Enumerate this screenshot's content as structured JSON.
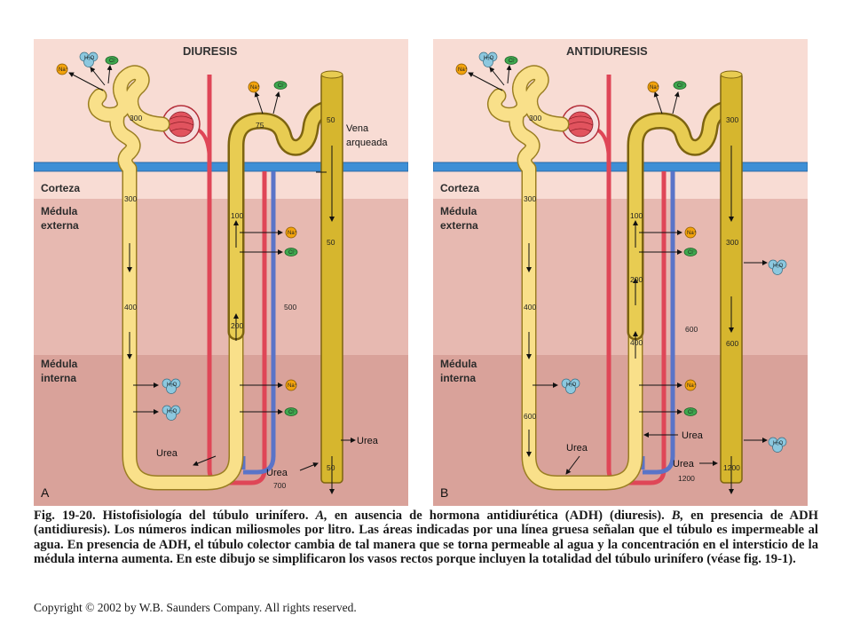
{
  "figure": {
    "panel_a": {
      "title": "DIURESIS",
      "letter": "A",
      "zones": {
        "cortex": "Corteza",
        "outer_medulla_1": "Médula",
        "outer_medulla_2": "externa",
        "inner_medulla_1": "Médula",
        "inner_medulla_2": "interna"
      },
      "vein_label_1": "Vena",
      "vein_label_2": "arqueada",
      "values": {
        "glomerulus": "300",
        "proximal_cortex": "300",
        "descending_limb": "400",
        "ascending_low": "200",
        "ascending_mid": "100",
        "distal_top": "75",
        "collecting_top": "50",
        "collecting_mid": "50",
        "collecting_bottom": "50",
        "interstitium_mid": "500",
        "interstitium_bottom": "700"
      },
      "urea_labels": [
        "Urea",
        "Urea",
        "Urea"
      ],
      "ions": {
        "sodium": "Na⁺",
        "chloride": "Cl⁻",
        "water": "H₂O"
      }
    },
    "panel_b": {
      "title": "ANTIDIURESIS",
      "letter": "B",
      "zones": {
        "cortex": "Corteza",
        "outer_medulla_1": "Médula",
        "outer_medulla_2": "externa",
        "inner_medulla_1": "Médula",
        "inner_medulla_2": "interna"
      },
      "values": {
        "glomerulus": "300",
        "proximal_cortex": "300",
        "descending_limb": "400",
        "descending_bottom": "600",
        "ascending_low": "400",
        "ascending_mid": "200",
        "ascending_top": "100",
        "collecting_top": "300",
        "collecting_upper": "300",
        "collecting_mid": "600",
        "collecting_bottom": "1200",
        "interstitium_mid": "600",
        "interstitium_bottom": "1200"
      },
      "urea_labels": [
        "Urea",
        "Urea",
        "Urea"
      ],
      "ions": {
        "sodium": "Na⁺",
        "chloride": "Cl⁻",
        "water": "H₂O"
      }
    }
  },
  "caption": {
    "fig_ref": "Fig. 19-20.",
    "part1": " Histofisiología del túbulo urinífero. ",
    "a_ref": "A,",
    "part2": " en ausencia de hormona antidiurética (ADH) (diuresis). ",
    "b_ref": "B,",
    "part3": " en presencia de ADH (antidiuresis). Los números indican miliosmoles por litro. Las áreas indicadas por una línea gruesa señalan que el túbulo es impermeable al agua. En presencia de ADH, el túbulo colector cambia de tal manera que se torna permeable al agua y la concentración en el intersticio de la médula interna aumenta. En este dibujo se simplificaron los vasos rectos porque incluyen la totalidad del túbulo urinífero (véase fig. 19-1)."
  },
  "copyright": "Copyright © 2002 by W.B. Saunders Company. All rights reserved.",
  "colors": {
    "cortex_bg": "#f8dcd4",
    "outer_medulla_bg": "#e7b9b1",
    "inner_medulla_bg": "#d9a29a",
    "tubule_fill": "#f9e08a",
    "tubule_stroke": "#9a7e22",
    "thick_segment": "#d6b62e",
    "arcuate_vessel": "#3e8fd6",
    "artery": "#df4657",
    "vein": "#5a74c8",
    "sodium_ion": "#f2a20c",
    "chloride_ion": "#3ea84e",
    "water": "#7fc0d9"
  }
}
